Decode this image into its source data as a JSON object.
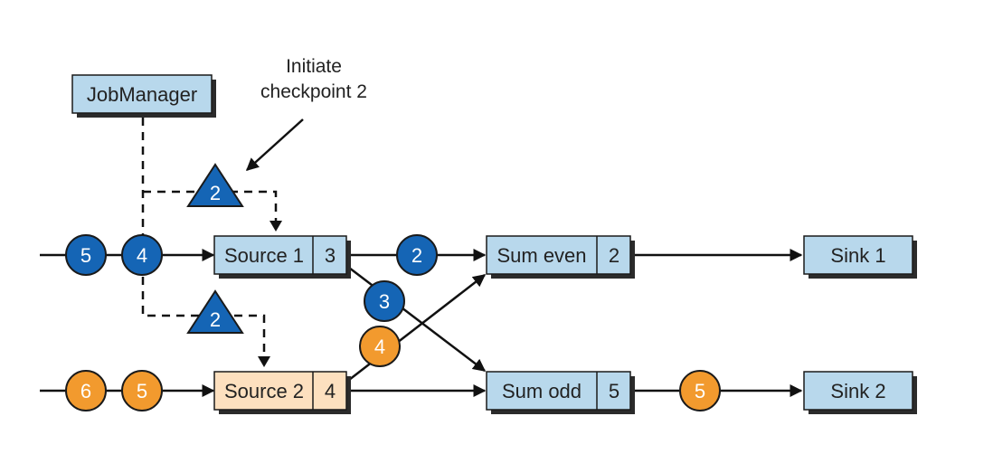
{
  "colors": {
    "box_fill": "#b8d8ec",
    "box_fill_source2": "#fde0bf",
    "box_stroke": "#1a1a1a",
    "shadow": "#2b2b2b",
    "blue_record": "#1565b5",
    "orange_record": "#f29a2e",
    "record_stroke": "#1a1a1a",
    "barrier": "#1565b5",
    "line": "#111111"
  },
  "icons": {
    "barrier": "triangle-checkpoint-barrier-icon",
    "record": "circle-record-icon",
    "arrow": "arrowhead-icon"
  },
  "annotation": {
    "line1": "Initiate",
    "line2": "checkpoint 2"
  },
  "job_manager": {
    "label": "JobManager"
  },
  "operators": {
    "source1": {
      "label": "Source 1",
      "state": "3"
    },
    "source2": {
      "label": "Source 2",
      "state": "4"
    },
    "sum_even": {
      "label": "Sum even",
      "state": "2"
    },
    "sum_odd": {
      "label": "Sum odd",
      "state": "5"
    },
    "sink1": {
      "label": "Sink 1"
    },
    "sink2": {
      "label": "Sink 2"
    }
  },
  "barriers": {
    "top": "2",
    "bottom": "2"
  },
  "records": {
    "in_top_1": "5",
    "in_top_2": "4",
    "in_bottom_1": "6",
    "in_bottom_2": "5",
    "src1_to_even": "2",
    "src1_to_odd": "3",
    "src2_to_even": "4",
    "odd_to_sink2": "5"
  }
}
